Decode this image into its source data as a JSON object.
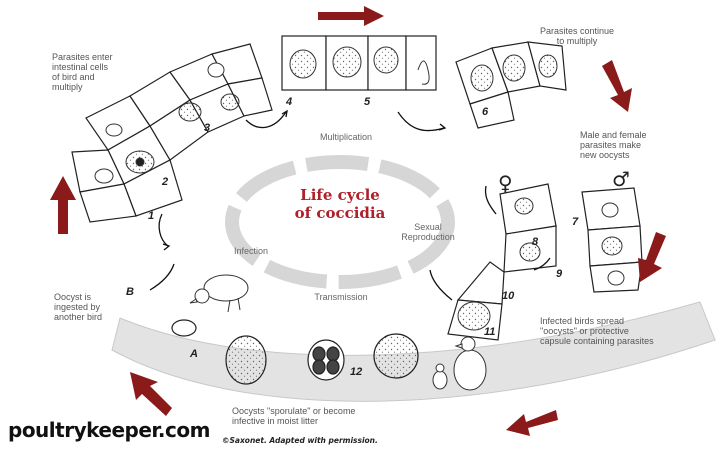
{
  "diagram": {
    "title": "Life cycle\nof coccidia",
    "stages": {
      "multiplication": "Multiplication",
      "sexual_reproduction": "Sexual\nReproduction",
      "transmission": "Transmission",
      "infection": "Infection"
    },
    "annotations": {
      "enter": "Parasites enter\nintestinal cells\nof bird and\nmultiply",
      "continue": "Parasites continue\nto multiply",
      "male_female": "Male and female\nparasites make\nnew oocysts",
      "spread": "Infected birds spread\n\"oocysts\" or protective\ncapsule containing parasites",
      "sporulate": "Oocysts \"sporulate\" or become\ninfective in moist litter",
      "ingested": "Oocyst is\ningested by\nanother bird"
    },
    "step_numbers": [
      "1",
      "2",
      "3",
      "4",
      "5",
      "6",
      "7",
      "8",
      "9",
      "10",
      "11",
      "12"
    ],
    "letters": [
      "A",
      "B"
    ],
    "symbols": {
      "female": "♀",
      "male": "♂"
    },
    "colors": {
      "arrow": "#8b1a1a",
      "title": "#b0202a",
      "ring": "#d6d6d6"
    }
  },
  "footer": {
    "brand": "poultrykeeper.com",
    "credit": "©Saxonet. Adapted with permission."
  }
}
